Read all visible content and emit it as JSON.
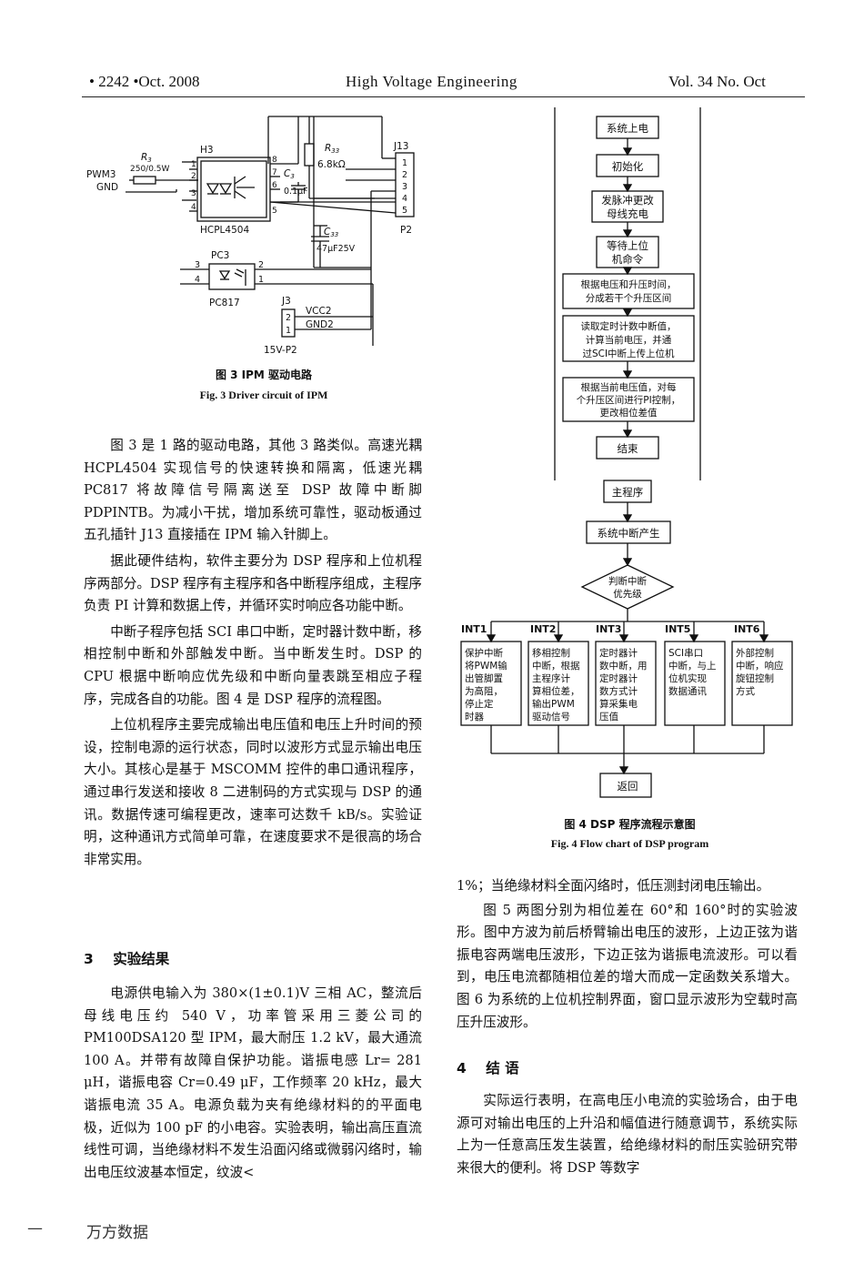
{
  "header": {
    "left": "• 2242 •Oct. 2008",
    "center": "High Voltage Engineering",
    "right": "Vol. 34 No. Oct"
  },
  "figure3": {
    "labels": {
      "r3": "R",
      "r3_sub": "3",
      "r3_val": "250/0.5W",
      "pwm3": "PWM3",
      "gnd": "GND",
      "h3": "H3",
      "hcpl": "HCPL4504",
      "r33": "R",
      "r33_sub": "33",
      "r33_val": "6.8kΩ",
      "c3": "C",
      "c3_sub": "3",
      "c3_val": "0.1μF",
      "c33": "C",
      "c33_sub": "33",
      "c33_val": "47μF25V",
      "j13": "J13",
      "p2": "P2",
      "pc3": "PC3",
      "pc817": "PC817",
      "j3": "J3",
      "vcc2": "VCC2",
      "gnd2": "GND2",
      "p15v": "15V-P2",
      "pin1": "1",
      "pin2": "2",
      "pin3": "3",
      "pin4": "4",
      "pin5": "5",
      "pin6": "6",
      "pin7": "7",
      "pin8": "8"
    },
    "caption_cn": "图 3 IPM 驱动电路",
    "caption_en": "Fig. 3 Driver circuit of IPM"
  },
  "left_text": {
    "p1": "图 3 是 1 路的驱动电路，其他 3 路类似。高速光耦 HCPL4504 实现信号的快速转换和隔离，低速光耦 PC817 将故障信号隔离送至 DSP 故障中断脚 PDPINTB。为减小干扰，增加系统可靠性，驱动板通过五孔插针 J13 直接插在 IPM 输入针脚上。",
    "p2": "据此硬件结构，软件主要分为 DSP 程序和上位机程序两部分。DSP 程序有主程序和各中断程序组成，主程序负责 PI 计算和数据上传，并循环实时响应各功能中断。",
    "p3": "中断子程序包括 SCI 串口中断，定时器计数中断，移相控制中断和外部触发中断。当中断发生时。DSP 的 CPU 根据中断响应优先级和中断向量表跳至相应子程序，完成各自的功能。图 4 是 DSP 程序的流程图。",
    "p4": "上位机程序主要完成输出电压值和电压上升时间的预设，控制电源的运行状态，同时以波形方式显示输出电压大小。其核心是基于 MSCOMM 控件的串口通讯程序，通过串行发送和接收 8 二进制码的方式实现与 DSP 的通讯。数据传速可编程更改，速率可达数千 kB/s。实验证明，这种通讯方式简单可靠，在速度要求不是很高的场合非常实用。",
    "sec3_num": "3",
    "sec3_title": "实验结果",
    "p5": "电源供电输入为 380×(1±0.1)V 三相 AC，整流后母线电压约 540 V，功率管采用三菱公司的 PM100DSA120 型 IPM，最大耐压 1.2 kV，最大通流 100 A。并带有故障自保护功能。谐振电感 Lr= 281 μH，谐振电容 Cr=0.49 μF，工作频率 20 kHz，最大谐振电流 35 A。电源负载为夹有绝缘材料的的平面电极，近似为 100 pF 的小电容。实验表明，输出高压直流线性可调，当绝缘材料不发生沿面闪络或微弱闪络时，输出电压纹波基本恒定，纹波<"
  },
  "figure4": {
    "top_flow": [
      "系统上电",
      "初始化",
      "发脉冲更改",
      "母线充电",
      "等待上位",
      "机命令",
      "根据电压和升压时间，",
      "分成若干个升压区间",
      "读取定时计数中断值，",
      "计算当前电压，并通",
      "过SCI中断上传上位机",
      "根据当前电压值，对每",
      "个升压区间进行PI控制，",
      "更改相位差值",
      "结束"
    ],
    "main": "主程序",
    "int_occur": "系统中断产生",
    "judge1": "判断中断",
    "judge2": "优先级",
    "ints": [
      "INT1",
      "INT2",
      "INT3",
      "INT5",
      "INT6"
    ],
    "int_boxes": [
      [
        "保护中断",
        "将PWM输",
        "出管脚置",
        "为高阻，",
        "停止定",
        "时器"
      ],
      [
        "移相控制",
        "中断，根据",
        "主程序计",
        "算相位差，",
        "输出PWM",
        "驱动信号"
      ],
      [
        "定时器计",
        "数中断，用",
        "定时器计",
        "数方式计",
        "算采集电",
        "压值"
      ],
      [
        "SCI串口",
        "中断，与上",
        "位机实现",
        "数据通讯"
      ],
      [
        "外部控制",
        "中断，响应",
        "旋钮控制",
        "方式"
      ]
    ],
    "return": "返回",
    "caption_cn": "图 4 DSP 程序流程示意图",
    "caption_en": "Fig. 4 Flow chart of DSP program"
  },
  "right_text": {
    "p1": "1%；当绝缘材料全面闪络时，低压测封闭电压输出。",
    "p2": "图 5 两图分别为相位差在 60°和 160°时的实验波形。图中方波为前后桥臂输出电压的波形，上边正弦为谐振电容两端电压波形，下边正弦为谐振电流波形。可以看到，电压电流都随相位差的增大而成一定函数关系增大。图 6 为系统的上位机控制界面，窗口显示波形为空载时高压升压波形。",
    "sec4_num": "4",
    "sec4_title": "结 语",
    "p3": "实际运行表明，在高电压小电流的实验场合，由于电源可对输出电压的上升沿和幅值进行随意调节，系统实际上为一任意高压发生装置，给绝缘材料的耐压实验研究带来很大的便利。将 DSP 等数字"
  },
  "footer": {
    "dash": "—",
    "text": "万方数据"
  }
}
